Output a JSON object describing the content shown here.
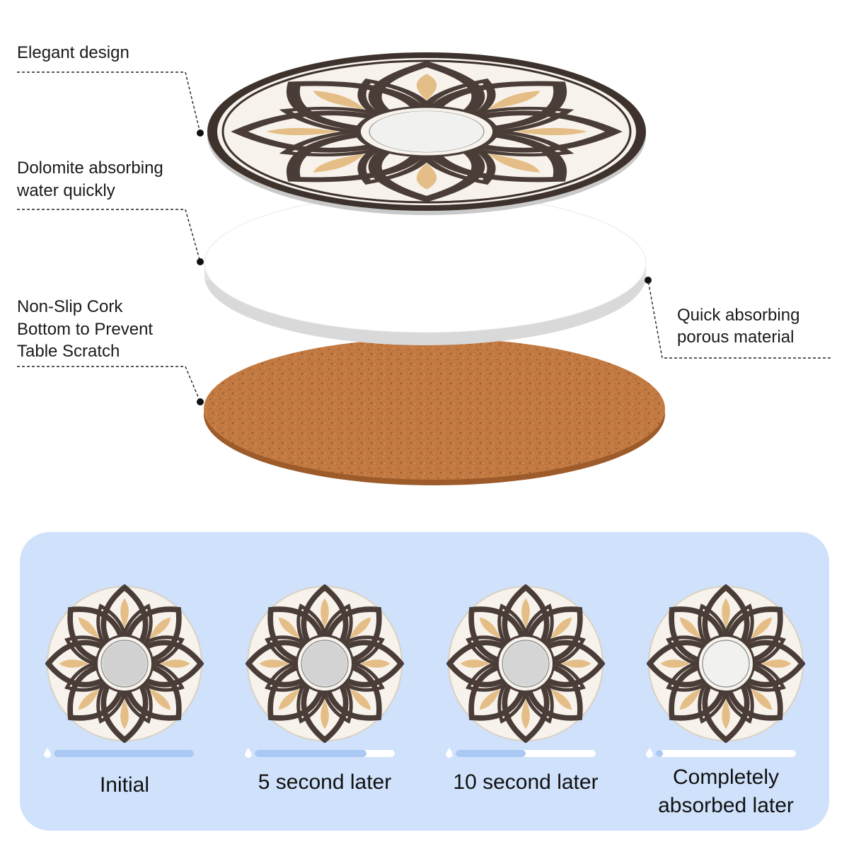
{
  "labels": {
    "top": "Elegant design",
    "middle_line1": "Dolomite absorbing",
    "middle_line2": "water quickly",
    "bottom_line1": "Non-Slip Cork",
    "bottom_line2": "Bottom to Prevent",
    "bottom_line3": "Table Scratch",
    "right_line1": "Quick absorbing",
    "right_line2": "porous material"
  },
  "stages": [
    {
      "caption": "Initial",
      "water_level": 1.0
    },
    {
      "caption": "5 second later",
      "water_level": 0.8
    },
    {
      "caption": "10 second later",
      "water_level": 0.5
    },
    {
      "caption_line1": "Completely",
      "caption_line2": "absorbed later",
      "water_level": 0.05
    }
  ],
  "colors": {
    "panel": "#cfe1fb",
    "bar_fill": "#a9c8f4",
    "cork": "#c07840",
    "pattern_dark": "#4a3c36",
    "pattern_gold": "#e4be86",
    "pattern_light": "#f7f3ec"
  },
  "icons": [
    "water-drop-icon"
  ]
}
